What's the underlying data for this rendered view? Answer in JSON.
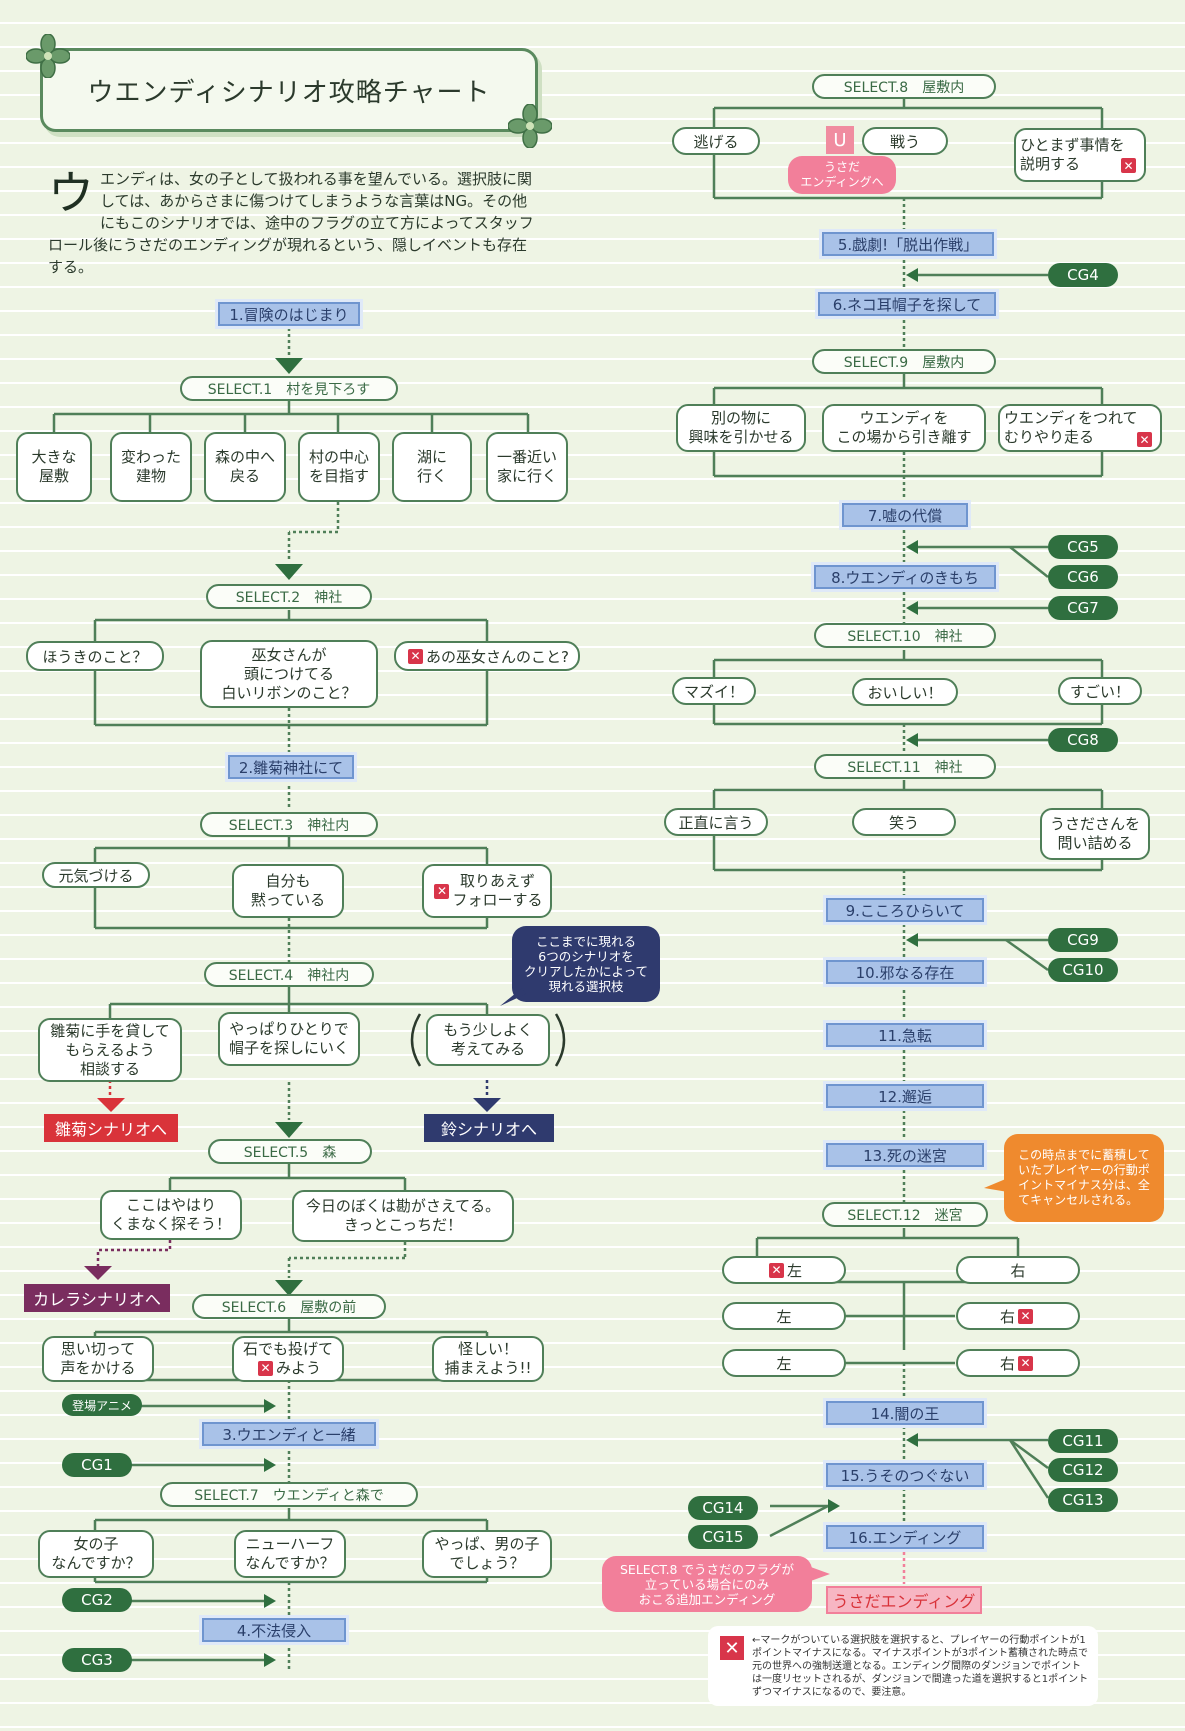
{
  "title": "ウエンディシナリオ攻略チャート",
  "intro": {
    "drop": "ウ",
    "text": "エンディは、女の子として扱われる事を望んでいる。選択肢に関しては、あからさまに傷つけてしまうような言葉はNG。その他にもこのシナリオでは、途中のフラグの立て方によってスタッフロール後にうさだのエンディングが現れるという、隠しイベントも存在する。"
  },
  "left": {
    "chap1": "1.冒険のはじまり",
    "sel1": "SELECT.1　村を見下ろす",
    "sel1_opts": [
      "大きな\n屋敷",
      "変わった\n建物",
      "森の中へ\n戻る",
      "村の中心\nを目指す",
      "湖に\n行く",
      "一番近い\n家に行く"
    ],
    "sel2": "SELECT.2　神社",
    "sel2_opts": [
      "ほうきのこと？",
      "巫女さんが\n頭につけてる\n白いリボンのこと？",
      "あの巫女さんのこと?"
    ],
    "chap2": "2.雛菊神社にて",
    "sel3": "SELECT.3　神社内",
    "sel3_opts": [
      "元気づける",
      "自分も\n黙っている",
      "取りあえず\nフォローする"
    ],
    "sel4": "SELECT.4　神社内",
    "sel4_note": "ここまでに現れる\n6つのシナリオを\nクリアしたかによって\n現れる選択枝",
    "sel4_opts": [
      "雛菊に手を貸して\nもらえるよう\n相談する",
      "やっぱりひとりで\n帽子を探しにいく",
      "もう少しよく\n考えてみる"
    ],
    "dest_hinagiku": "雛菊シナリオへ",
    "dest_suzu": "鈴シナリオへ",
    "sel5": "SELECT.5　森",
    "sel5_opts": [
      "ここはやはり\nくまなく探そう！",
      "今日のぼくは勘がさえてる。\nきっとこっちだ！"
    ],
    "dest_karera": "カレラシナリオへ",
    "sel6": "SELECT.6　屋敷の前",
    "sel6_opts": [
      "思い切って\n声をかける",
      "石でも投げて\nみよう",
      "怪しい！\n捕まえよう!!"
    ],
    "anime": "登場アニメ",
    "chap3": "3.ウエンディと一緒",
    "cg1": "CG1",
    "sel7": "SELECT.7　ウエンディと森で",
    "sel7_opts": [
      "女の子\nなんですか？",
      "ニューハーフ\nなんですか？",
      "やっぱ、男の子\nでしょう？"
    ],
    "cg2": "CG2",
    "chap4": "4.不法侵入",
    "cg3": "CG3"
  },
  "right": {
    "sel8": "SELECT.8　屋敷内",
    "sel8_opts": [
      "逃げる",
      "戦う",
      "ひとまず事情を\n説明する"
    ],
    "u_mark": "U",
    "usada_note": "うさだ\nエンディングへ",
    "chap5": "5.戯劇!「脱出作戦」",
    "cg4": "CG4",
    "chap6": "6.ネコ耳帽子を探して",
    "sel9": "SELECT.9　屋敷内",
    "sel9_opts": [
      "別の物に\n興味を引かせる",
      "ウエンディを\nこの場から引き離す",
      "ウエンディをつれて\nむりやり走る"
    ],
    "chap7": "7.嘘の代償",
    "cg5": "CG5",
    "chap8": "8.ウエンディのきもち",
    "cg6": "CG6",
    "cg7": "CG7",
    "sel10": "SELECT.10　神社",
    "sel10_opts": [
      "マズイ！",
      "おいしい！",
      "すごい！"
    ],
    "cg8": "CG8",
    "sel11": "SELECT.11　神社",
    "sel11_opts": [
      "正直に言う",
      "笑う",
      "うさださんを\n問い詰める"
    ],
    "chap9": "9.こころひらいて",
    "cg9": "CG9",
    "chap10": "10.邪なる存在",
    "cg10": "CG10",
    "chap11": "11.急転",
    "chap12": "12.邂逅",
    "chap13": "13.死の迷宮",
    "maze_note": "この時点までに蓄積して\nいたプレイヤーの行動ポ\nイントマイナス分は、全\nてキャンセルされる。",
    "sel12": "SELECT.12　迷宮",
    "maze_left": [
      "左",
      "左",
      "左"
    ],
    "maze_right": [
      "右",
      "右",
      "右"
    ],
    "chap14": "14.闇の王",
    "cg11": "CG11",
    "chap15": "15.うそのつぐない",
    "cg12": "CG12",
    "cg13": "CG13",
    "cg14": "CG14",
    "chap16": "16.エンディング",
    "cg15": "CG15",
    "usada_flag_note": "SELECT.8 でうさだのフラグが\n立っている場合にのみ\nおこる追加エンディング",
    "usada_end": "うさだエンディング",
    "legend_mark": "✕",
    "legend": "←マークがついている選択肢を選択すると、プレイヤーの行動ポイントが1ポイントマイナスになる。マイナスポイントが3ポイント蓄積された時点で元の世界への強制送還となる。エンディング間際のダンジョンでポイントは一度リセットされるが、ダンジョンで間違った道を選択すると1ポイントずつマイナスになるので、要注意。"
  },
  "colors": {
    "green": "#4f7f58",
    "chapter": "#a9c2e8",
    "cg": "#2f6f3f",
    "hinagiku": "#d9333a",
    "suzu": "#2f3a6e",
    "karera": "#7a2d5f",
    "note_blue": "#2f3a6e",
    "note_orange": "#ef8a2e",
    "note_pink": "#f27f9a",
    "x_mark": "#d8354a"
  }
}
